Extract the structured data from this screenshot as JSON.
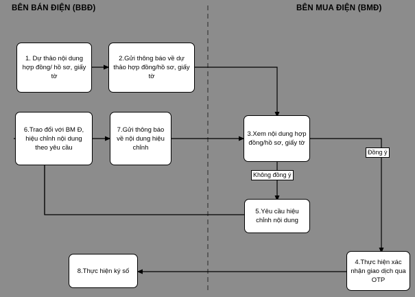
{
  "page": {
    "background_color": "#8c8c8c",
    "box_fill": "#ffffff",
    "line_color": "#000000"
  },
  "headings": {
    "left": "BÊN BÁN ĐIỆN (BBĐ)",
    "right": "BÊN MUA ĐIỆN (BMĐ)"
  },
  "nodes": [
    {
      "id": "n1",
      "label": "1. Dự thảo nội dung hợp đồng/ hồ sơ, giấy tờ"
    },
    {
      "id": "n2",
      "label": "2.Gửi thông báo về dự thảo hợp đồng/hồ sơ, giấy tờ"
    },
    {
      "id": "n3",
      "label": "3.Xem nội dung hợp đồng/hồ sơ, giấy tờ"
    },
    {
      "id": "n4",
      "label": "4.Thực hiện xác nhận giao dịch qua OTP"
    },
    {
      "id": "n5",
      "label": "5.Yêu cầu hiệu chỉnh nội dung"
    },
    {
      "id": "n6",
      "label": "6.Trao đổi với BM Đ, hiệu chỉnh nội dung theo yêu cầu"
    },
    {
      "id": "n7",
      "label": "7.Gửi thông báo về nội dung hiệu chỉnh"
    },
    {
      "id": "n8",
      "label": "8.Thực hiện ký số"
    }
  ],
  "edge_labels": [
    {
      "id": "l1",
      "text": "Đồng ý"
    },
    {
      "id": "l2",
      "text": "Không đồng ý"
    }
  ]
}
